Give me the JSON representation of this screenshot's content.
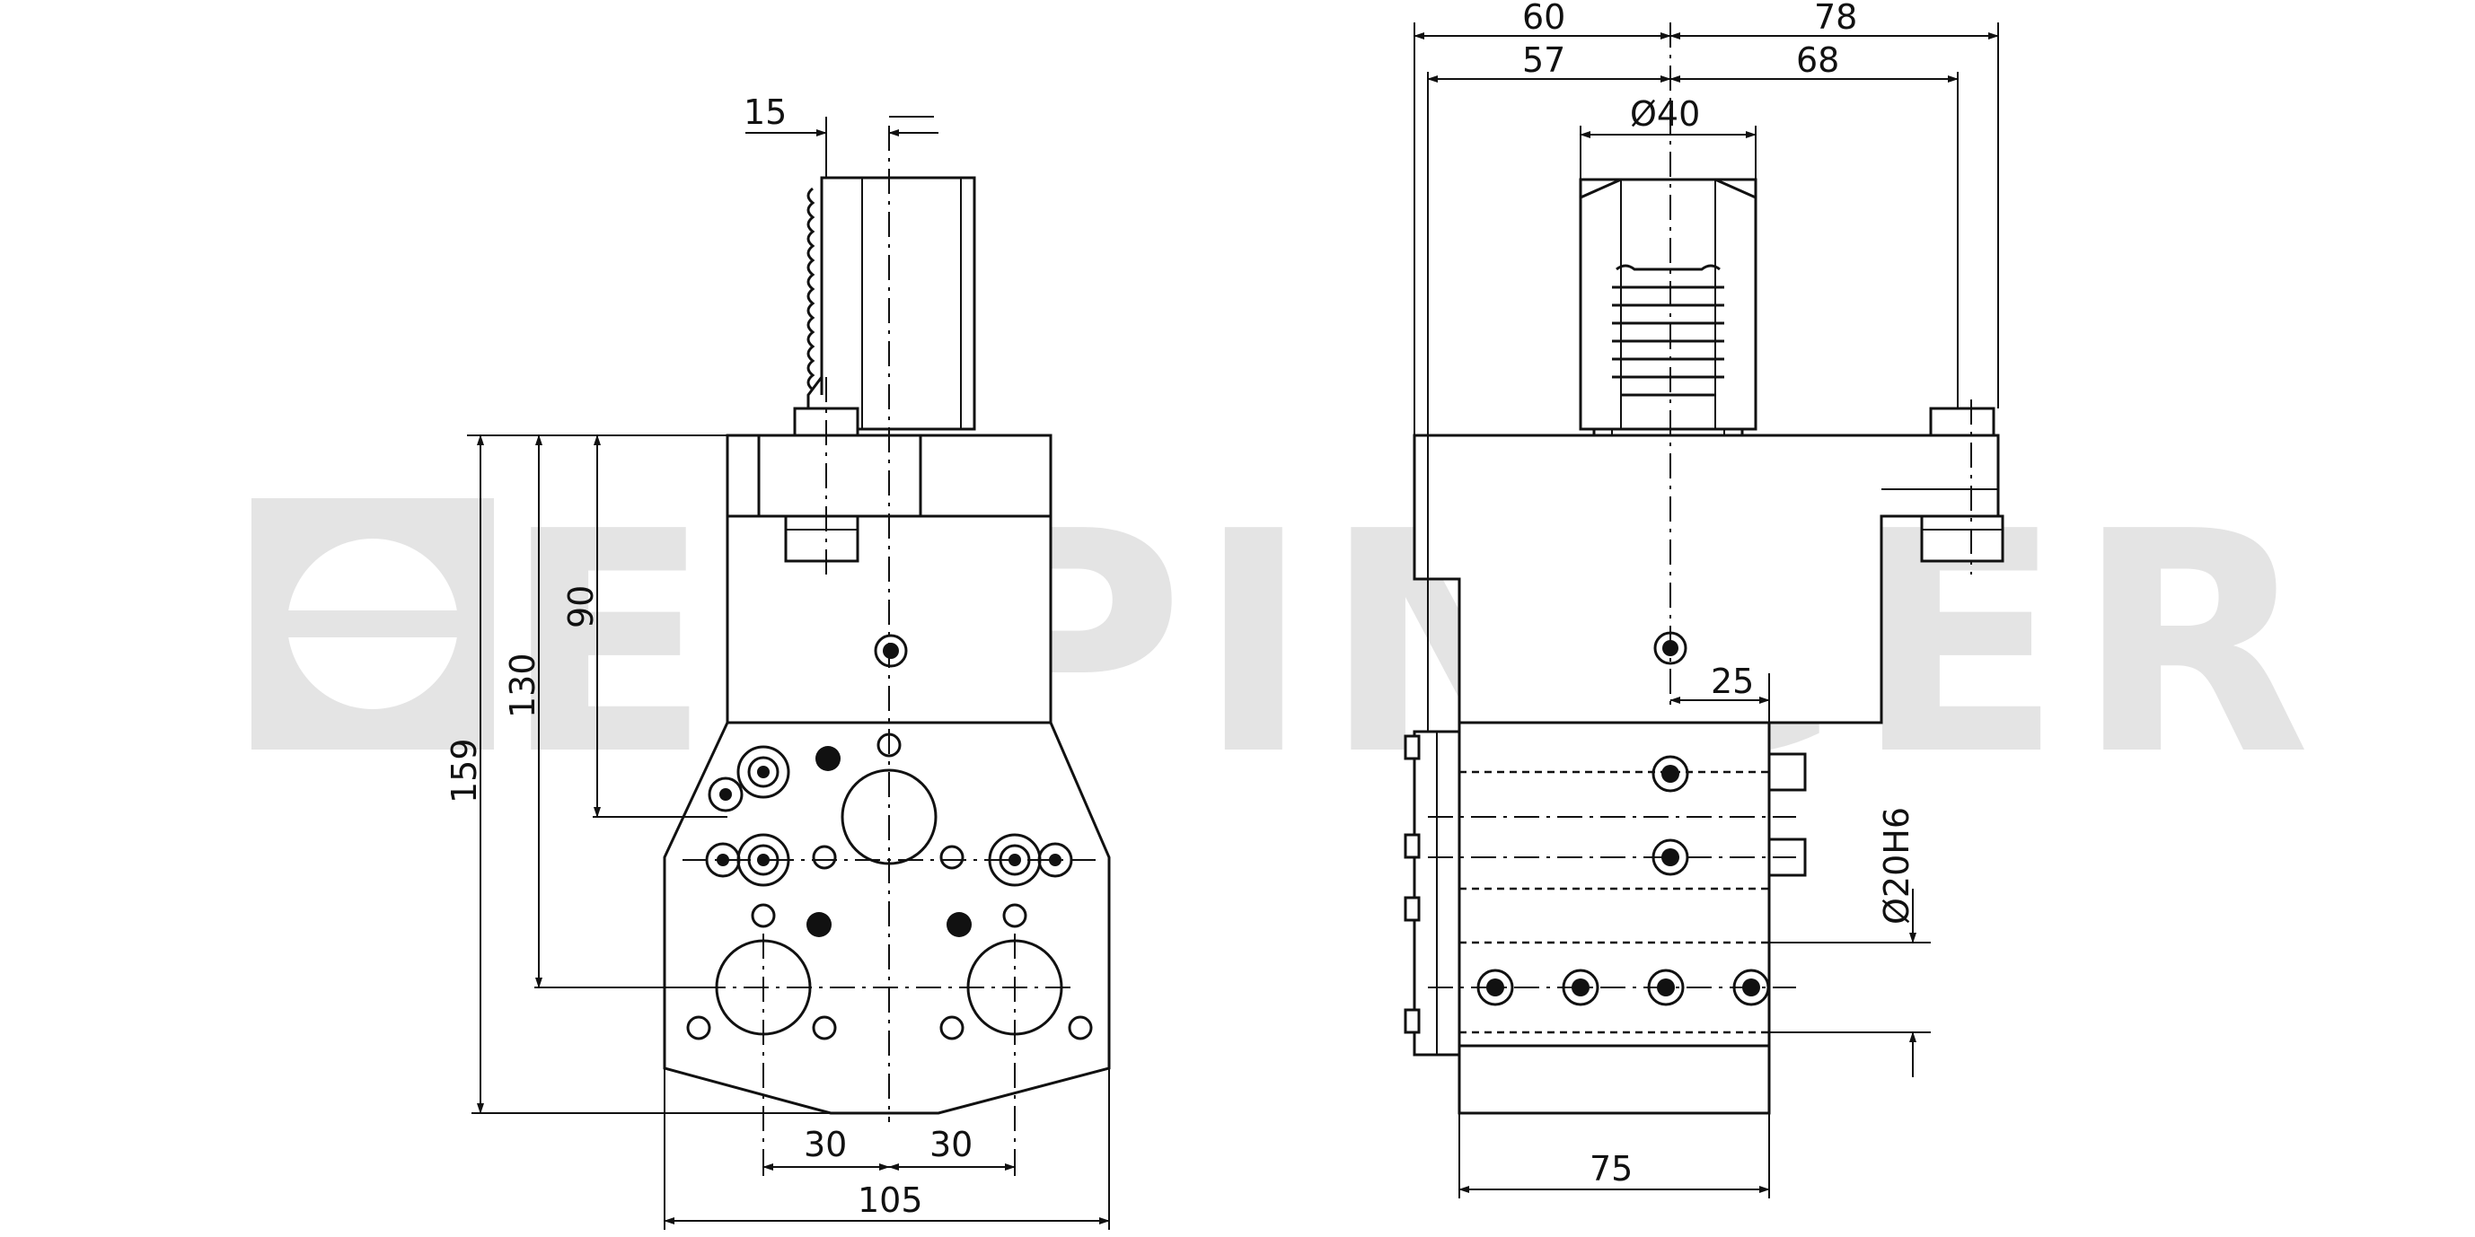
{
  "watermark": {
    "text": "EPPINGER"
  },
  "dimensions": {
    "left_top_offset": "15",
    "height_90": "90",
    "height_130": "130",
    "height_159": "159",
    "bottom_30_left": "30",
    "bottom_30_right": "30",
    "width_105": "105",
    "right_60": "60",
    "right_78": "78",
    "right_57": "57",
    "right_68": "68",
    "diameter_40": "Ø40",
    "offset_25": "25",
    "diameter_20h6": "Ø20H6",
    "width_75": "75"
  }
}
